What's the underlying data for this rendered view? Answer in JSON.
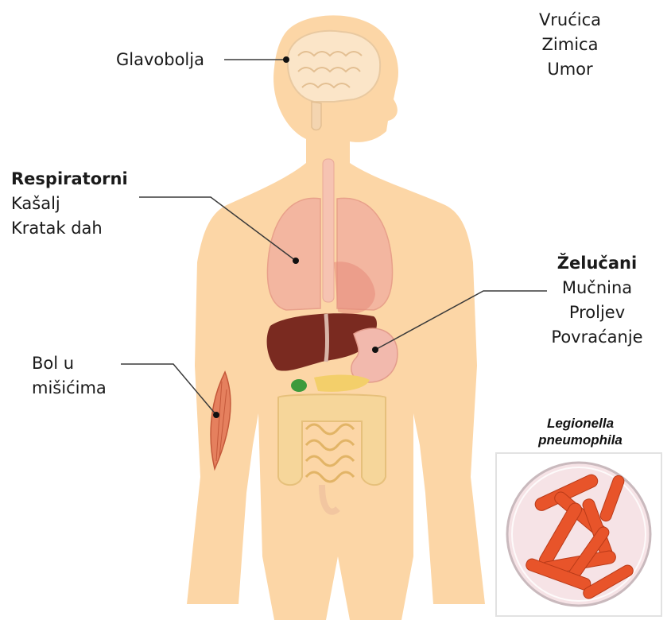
{
  "labels": {
    "headache": "Glavobolja",
    "general": [
      "Vrućica",
      "Zimica",
      "Umor"
    ],
    "respiratory": {
      "title": "Respiratorni",
      "items": [
        "Kašalj",
        "Kratak dah"
      ]
    },
    "gastric": {
      "title": "Želučani",
      "items": [
        "Mučnina",
        "Proljev",
        "Povraćanje"
      ]
    },
    "muscle": [
      "Bol u",
      "mišićima"
    ]
  },
  "bacterium": {
    "name_line1": "Legionella",
    "name_line2": "pneumophila"
  },
  "colors": {
    "skin": "#fcd6a6",
    "lung": "#f3b6a0",
    "liver": "#7a2a20",
    "intestine": "#f6d69a",
    "bacteria": "#e8542a",
    "dish": "#f6e3e6"
  }
}
